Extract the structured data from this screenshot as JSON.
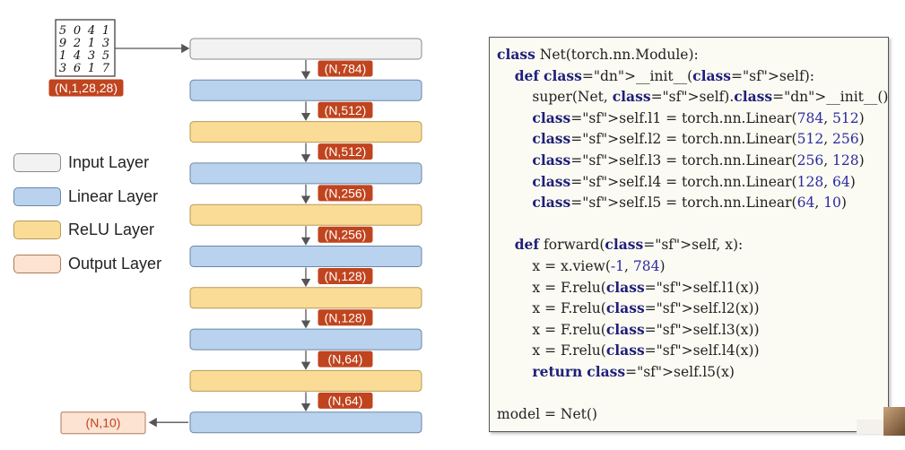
{
  "input_image": {
    "digits": [
      [
        "5",
        "0",
        "4",
        "1"
      ],
      [
        "9",
        "2",
        "1",
        "3"
      ],
      [
        "1",
        "4",
        "3",
        "5"
      ],
      [
        "3",
        "6",
        "1",
        "7"
      ]
    ]
  },
  "input_shape": "(N,1,28,28)",
  "shape_labels": [
    "(N,784)",
    "(N,512)",
    "(N,512)",
    "(N,256)",
    "(N,256)",
    "(N,128)",
    "(N,128)",
    "(N,64)",
    "(N,64)"
  ],
  "output_label": "(N,10)",
  "legend": [
    {
      "label": "Input Layer",
      "color": "#f2f2f2"
    },
    {
      "label": "Linear Layer",
      "color": "#b9d3ee"
    },
    {
      "label": "ReLU Layer",
      "color": "#fbdc96"
    },
    {
      "label": "Output Layer",
      "color": "#fde3d2"
    }
  ],
  "layers": [
    "input",
    "linear",
    "relu",
    "linear",
    "relu",
    "linear",
    "relu",
    "linear",
    "relu",
    "linear"
  ],
  "colors": {
    "badge": "#c0441e",
    "border": "#6b86a8",
    "arrow": "#555555"
  },
  "code_lines": [
    "class Net(torch.nn.Module):",
    "    def __init__(self):",
    "        super(Net, self).__init__()",
    "        self.l1 = torch.nn.Linear(784, 512)",
    "        self.l2 = torch.nn.Linear(512, 256)",
    "        self.l3 = torch.nn.Linear(256, 128)",
    "        self.l4 = torch.nn.Linear(128, 64)",
    "        self.l5 = torch.nn.Linear(64, 10)",
    "",
    "    def forward(self, x):",
    "        x = x.view(-1, 784)",
    "        x = F.relu(self.l1(x))",
    "        x = F.relu(self.l2(x))",
    "        x = F.relu(self.l3(x))",
    "        x = F.relu(self.l4(x))",
    "        return self.l5(x)",
    "",
    "model = Net()"
  ]
}
